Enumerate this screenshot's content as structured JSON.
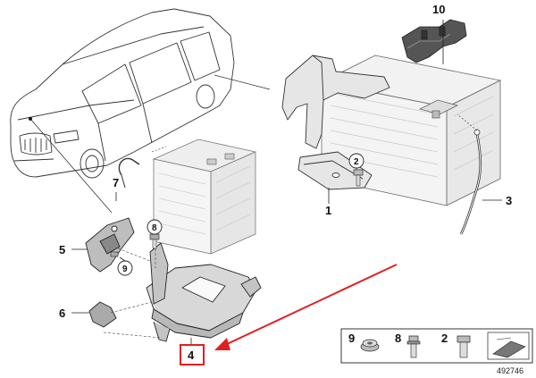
{
  "callouts": {
    "c1": "1",
    "c2": "2",
    "c3": "3",
    "c4": "4",
    "c5": "5",
    "c6": "6",
    "c7": "7",
    "c8": "8",
    "c9": "9",
    "c10": "10"
  },
  "legend": {
    "item_9": "9",
    "item_8": "8",
    "item_2": "2"
  },
  "document_number": "492746",
  "colors": {
    "highlight": "#e02020",
    "line": "#333333"
  }
}
